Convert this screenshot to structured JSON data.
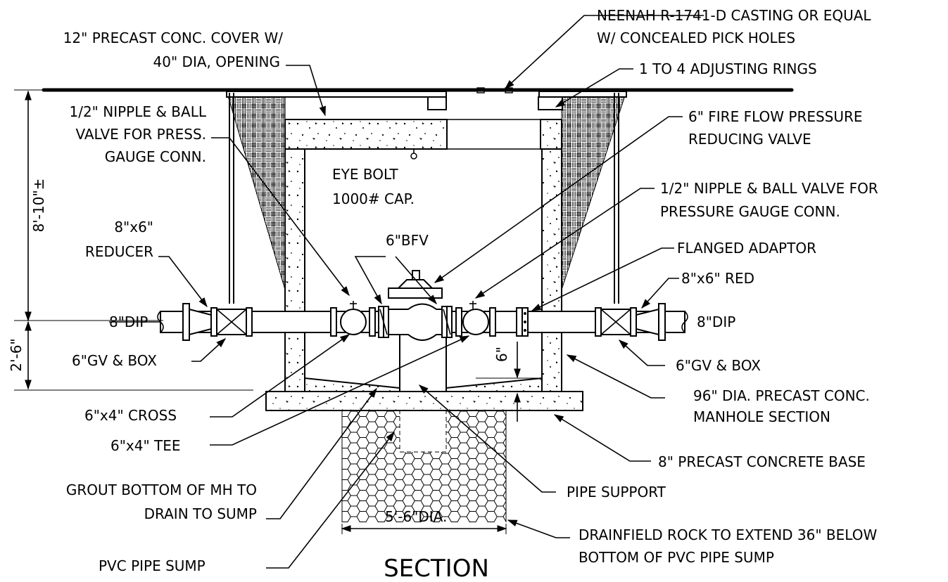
{
  "labels": {
    "neenah_1": "NEENAH R-1741-D CASTING OR EQUAL",
    "neenah_2": "W/ CONCEALED PICK HOLES",
    "cover_1": "12\" PRECAST CONC. COVER W/",
    "cover_2": "40\" DIA, OPENING",
    "rings": "1 TO 4 ADJUSTING RINGS",
    "nipple_l_1": "1/2\" NIPPLE & BALL",
    "nipple_l_2": "VALVE FOR PRESS.",
    "nipple_l_3": "GAUGE CONN.",
    "prv_1": "6\" FIRE FLOW PRESSURE",
    "prv_2": "REDUCING VALVE",
    "eye_1": "EYE BOLT",
    "eye_2": "1000# CAP.",
    "nipple_r_1": "1/2\" NIPPLE & BALL VALVE FOR",
    "nipple_r_2": "PRESSURE GAUGE CONN.",
    "reducer_1": "8\"x6\"",
    "reducer_2": "REDUCER",
    "bfv": "6\"BFV",
    "flanged": "FLANGED ADAPTOR",
    "red_r": "8\"x6\" RED",
    "dip_l": "8\"DIP",
    "dip_r": "8\"DIP",
    "gv_l": "6\"GV & BOX",
    "gv_r": "6\"GV & BOX",
    "manhole_1": "96\" DIA. PRECAST CONC.",
    "manhole_2": "MANHOLE SECTION",
    "cross": "6\"x4\" CROSS",
    "tee": "6\"x4\" TEE",
    "base": "8\" PRECAST CONCRETE BASE",
    "grout_1": "GROUT BOTTOM OF MH TO",
    "grout_2": "DRAIN TO SUMP",
    "support": "PIPE SUPPORT",
    "drain_1": "DRAINFIELD ROCK TO EXTEND 36\" BELOW",
    "drain_2": "BOTTOM OF PVC PIPE SUMP",
    "pvc": "PVC PIPE SUMP",
    "dim_sump": "5'-6\"DIA.",
    "dim_six": "6\"",
    "dim_depth": "8'-10\"±",
    "dim_bury": "2'-6\"",
    "title": "SECTION"
  }
}
